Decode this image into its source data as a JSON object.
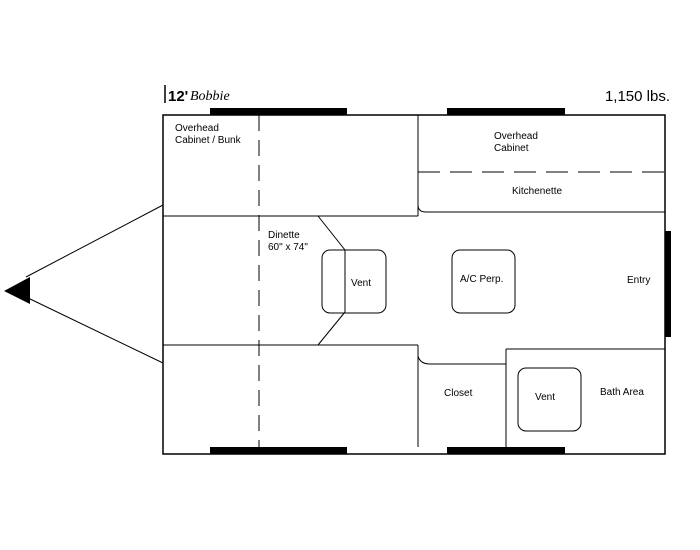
{
  "header": {
    "model_number": "12'",
    "model_name": "Bobbie",
    "weight": "1,150 lbs."
  },
  "rooms": {
    "overhead_bunk_line1": "Overhead",
    "overhead_bunk_line2": "Cabinet / Bunk",
    "overhead_cabinet_line1": "Overhead",
    "overhead_cabinet_line2": "Cabinet",
    "kitchenette": "Kitchenette",
    "dinette_line1": "Dinette",
    "dinette_line2": "60\" x 74\"",
    "vent_front": "Vent",
    "ac": "A/C Perp.",
    "entry": "Entry",
    "closet": "Closet",
    "vent_bath": "Vent",
    "bath": "Bath Area"
  },
  "colors": {
    "line": "#000000",
    "background": "#ffffff"
  }
}
